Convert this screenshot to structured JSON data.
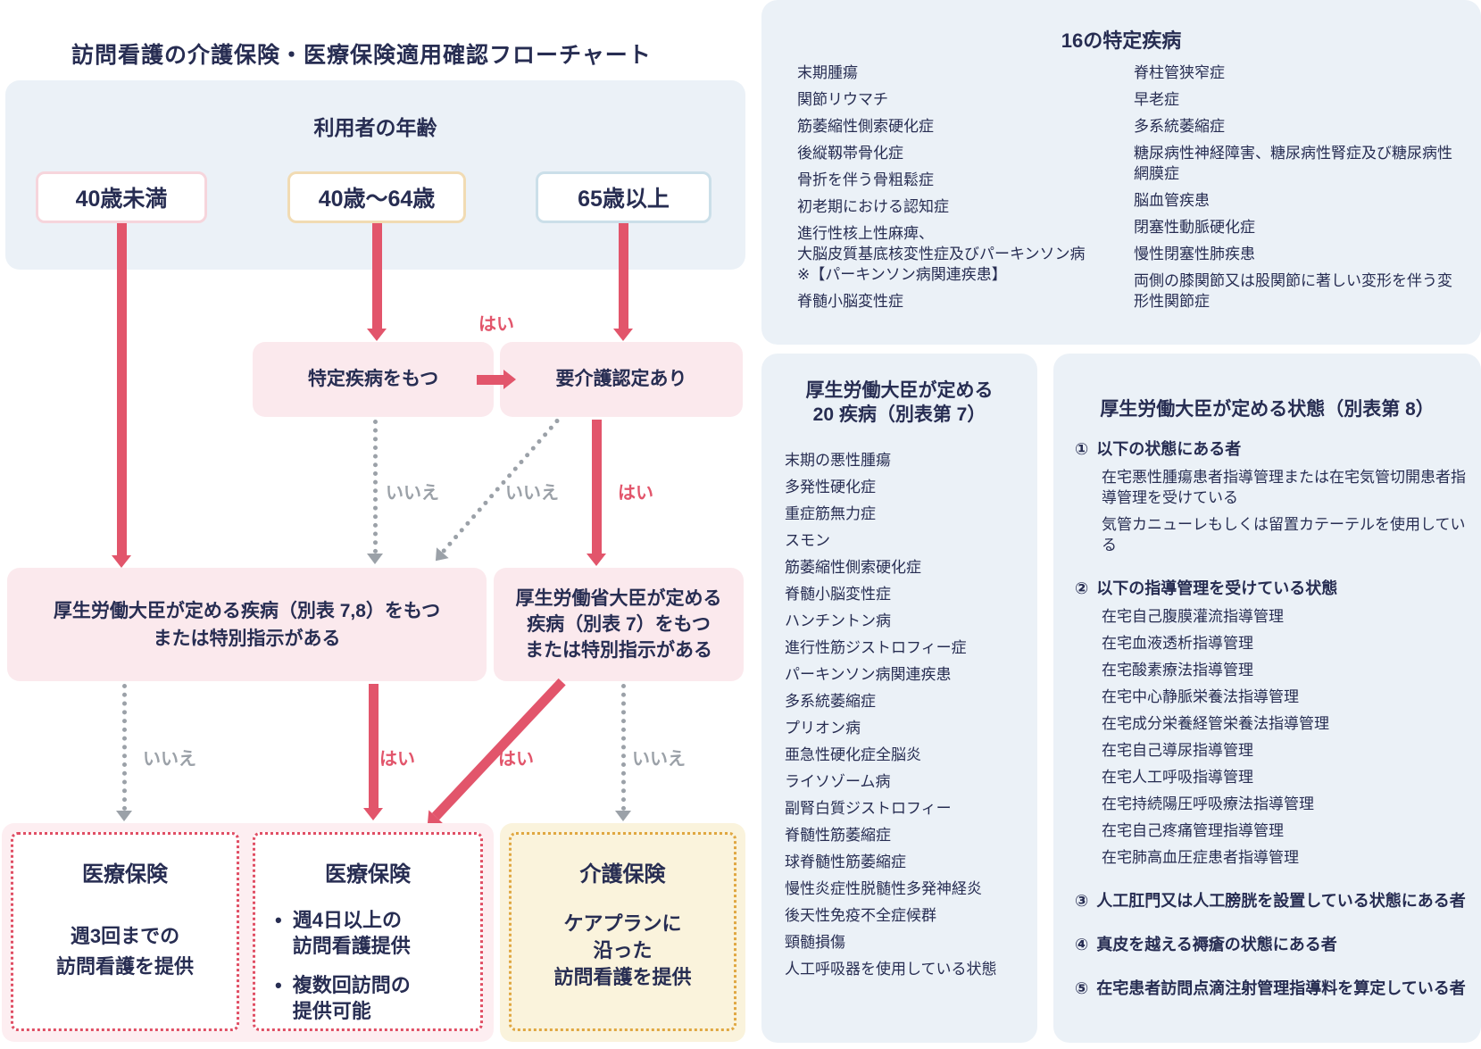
{
  "colors": {
    "red": "#E2556B",
    "gray": "#9BA1A8",
    "navy": "#272D52",
    "pink_node": "#FBE9ED",
    "pink_wrap": "#FDEEF1",
    "blue_panel": "#EBF1F7",
    "yellow_wrap": "#FAF3DC",
    "border_pink": "#F6D5DC",
    "border_tan": "#F1DBB3",
    "border_blue": "#CBDFE9",
    "dot_red": "#E04E64",
    "dot_yellow": "#E0A741"
  },
  "glyphs": {
    "bullet": "•"
  },
  "labels": {
    "yes": "はい",
    "no": "いいえ"
  },
  "flowchart": {
    "title": "訪問看護の介護保険・医療保険適用確認フローチャート",
    "age_header": "利用者の年齢",
    "age_options": [
      "40歳未満",
      "40歳〜64歳",
      "65歳以上"
    ],
    "node_tokutei": "特定疾病をもつ",
    "node_yokaigo": "要介護認定あり",
    "node_big_left": "厚生労働大臣が定める疾病（別表 7,8）をもつ\nまたは特別指示がある",
    "node_big_right": "厚生労働省大臣が定める\n疾病（別表 7）をもつ\nまたは特別指示がある",
    "outcome_medical_1": {
      "title": "医療保険",
      "body": "週3回までの\n訪問看護を提供"
    },
    "outcome_medical_2": {
      "title": "医療保険",
      "bullets": [
        {
          "text": "週4日以上の\n訪問看護提供"
        },
        {
          "text": "複数回訪問の\n提供可能"
        }
      ]
    },
    "outcome_kaigo": {
      "title": "介護保険",
      "body": "ケアプランに\n沿った\n訪問看護を提供"
    }
  },
  "panel_16": {
    "title": "16の特定疾病",
    "items_left": [
      "末期腫瘍",
      "関節リウマチ",
      "筋萎縮性側索硬化症",
      "後縦靱帯骨化症",
      "骨折を伴う骨粗鬆症",
      "初老期における認知症",
      "進行性核上性麻痺、\n大脳皮質基底核変性症及びパーキンソン病\n※【パーキンソン病関連疾患】",
      "脊髄小脳変性症"
    ],
    "items_right": [
      "脊柱管狭窄症",
      "早老症",
      "多系統萎縮症",
      "糖尿病性神経障害、糖尿病性腎症及び糖尿病性網膜症",
      "脳血管疾患",
      "閉塞性動脈硬化症",
      "慢性閉塞性肺疾患",
      "両側の膝関節又は股関節に著しい変形を伴う変形性関節症"
    ]
  },
  "panel_20": {
    "title": "厚生労働大臣が定める\n20 疾病（別表第 7）",
    "items": [
      "末期の悪性腫瘍",
      "多発性硬化症",
      "重症筋無力症",
      "スモン",
      "筋萎縮性側索硬化症",
      "脊髄小脳変性症",
      "ハンチントン病",
      "進行性筋ジストロフィー症",
      "パーキンソン病関連疾患",
      "多系統萎縮症",
      "プリオン病",
      "亜急性硬化症全脳炎",
      "ライソゾーム病",
      "副腎白質ジストロフィー",
      "脊髄性筋萎縮症",
      "球脊髄性筋萎縮症",
      "慢性炎症性脱髄性多発神経炎",
      "後天性免疫不全症候群",
      "頸髄損傷",
      "人工呼吸器を使用している状態"
    ]
  },
  "panel_8": {
    "title": "厚生労働大臣が定める状態（別表第 8）",
    "groups": [
      {
        "num": "①",
        "heading": "以下の状態にある者",
        "subs": [
          "在宅悪性腫瘍患者指導管理または在宅気管切開患者指導管理を受けている",
          "気管カニューレもしくは留置カテーテルを使用している"
        ]
      },
      {
        "num": "②",
        "heading": "以下の指導管理を受けている状態",
        "subs": [
          "在宅自己腹膜灌流指導管理",
          "在宅血液透析指導管理",
          "在宅酸素療法指導管理",
          "在宅中心静脈栄養法指導管理",
          "在宅成分栄養経管栄養法指導管理",
          "在宅自己導尿指導管理",
          "在宅人工呼吸指導管理",
          "在宅持続陽圧呼吸療法指導管理",
          "在宅自己疼痛管理指導管理",
          "在宅肺高血圧症患者指導管理"
        ]
      },
      {
        "num": "③",
        "heading": "人工肛門又は人工膀胱を設置している状態にある者",
        "subs": []
      },
      {
        "num": "④",
        "heading": "真皮を越える褥瘡の状態にある者",
        "subs": []
      },
      {
        "num": "⑤",
        "heading": "在宅患者訪問点滴注射管理指導料を算定している者",
        "subs": []
      }
    ]
  }
}
